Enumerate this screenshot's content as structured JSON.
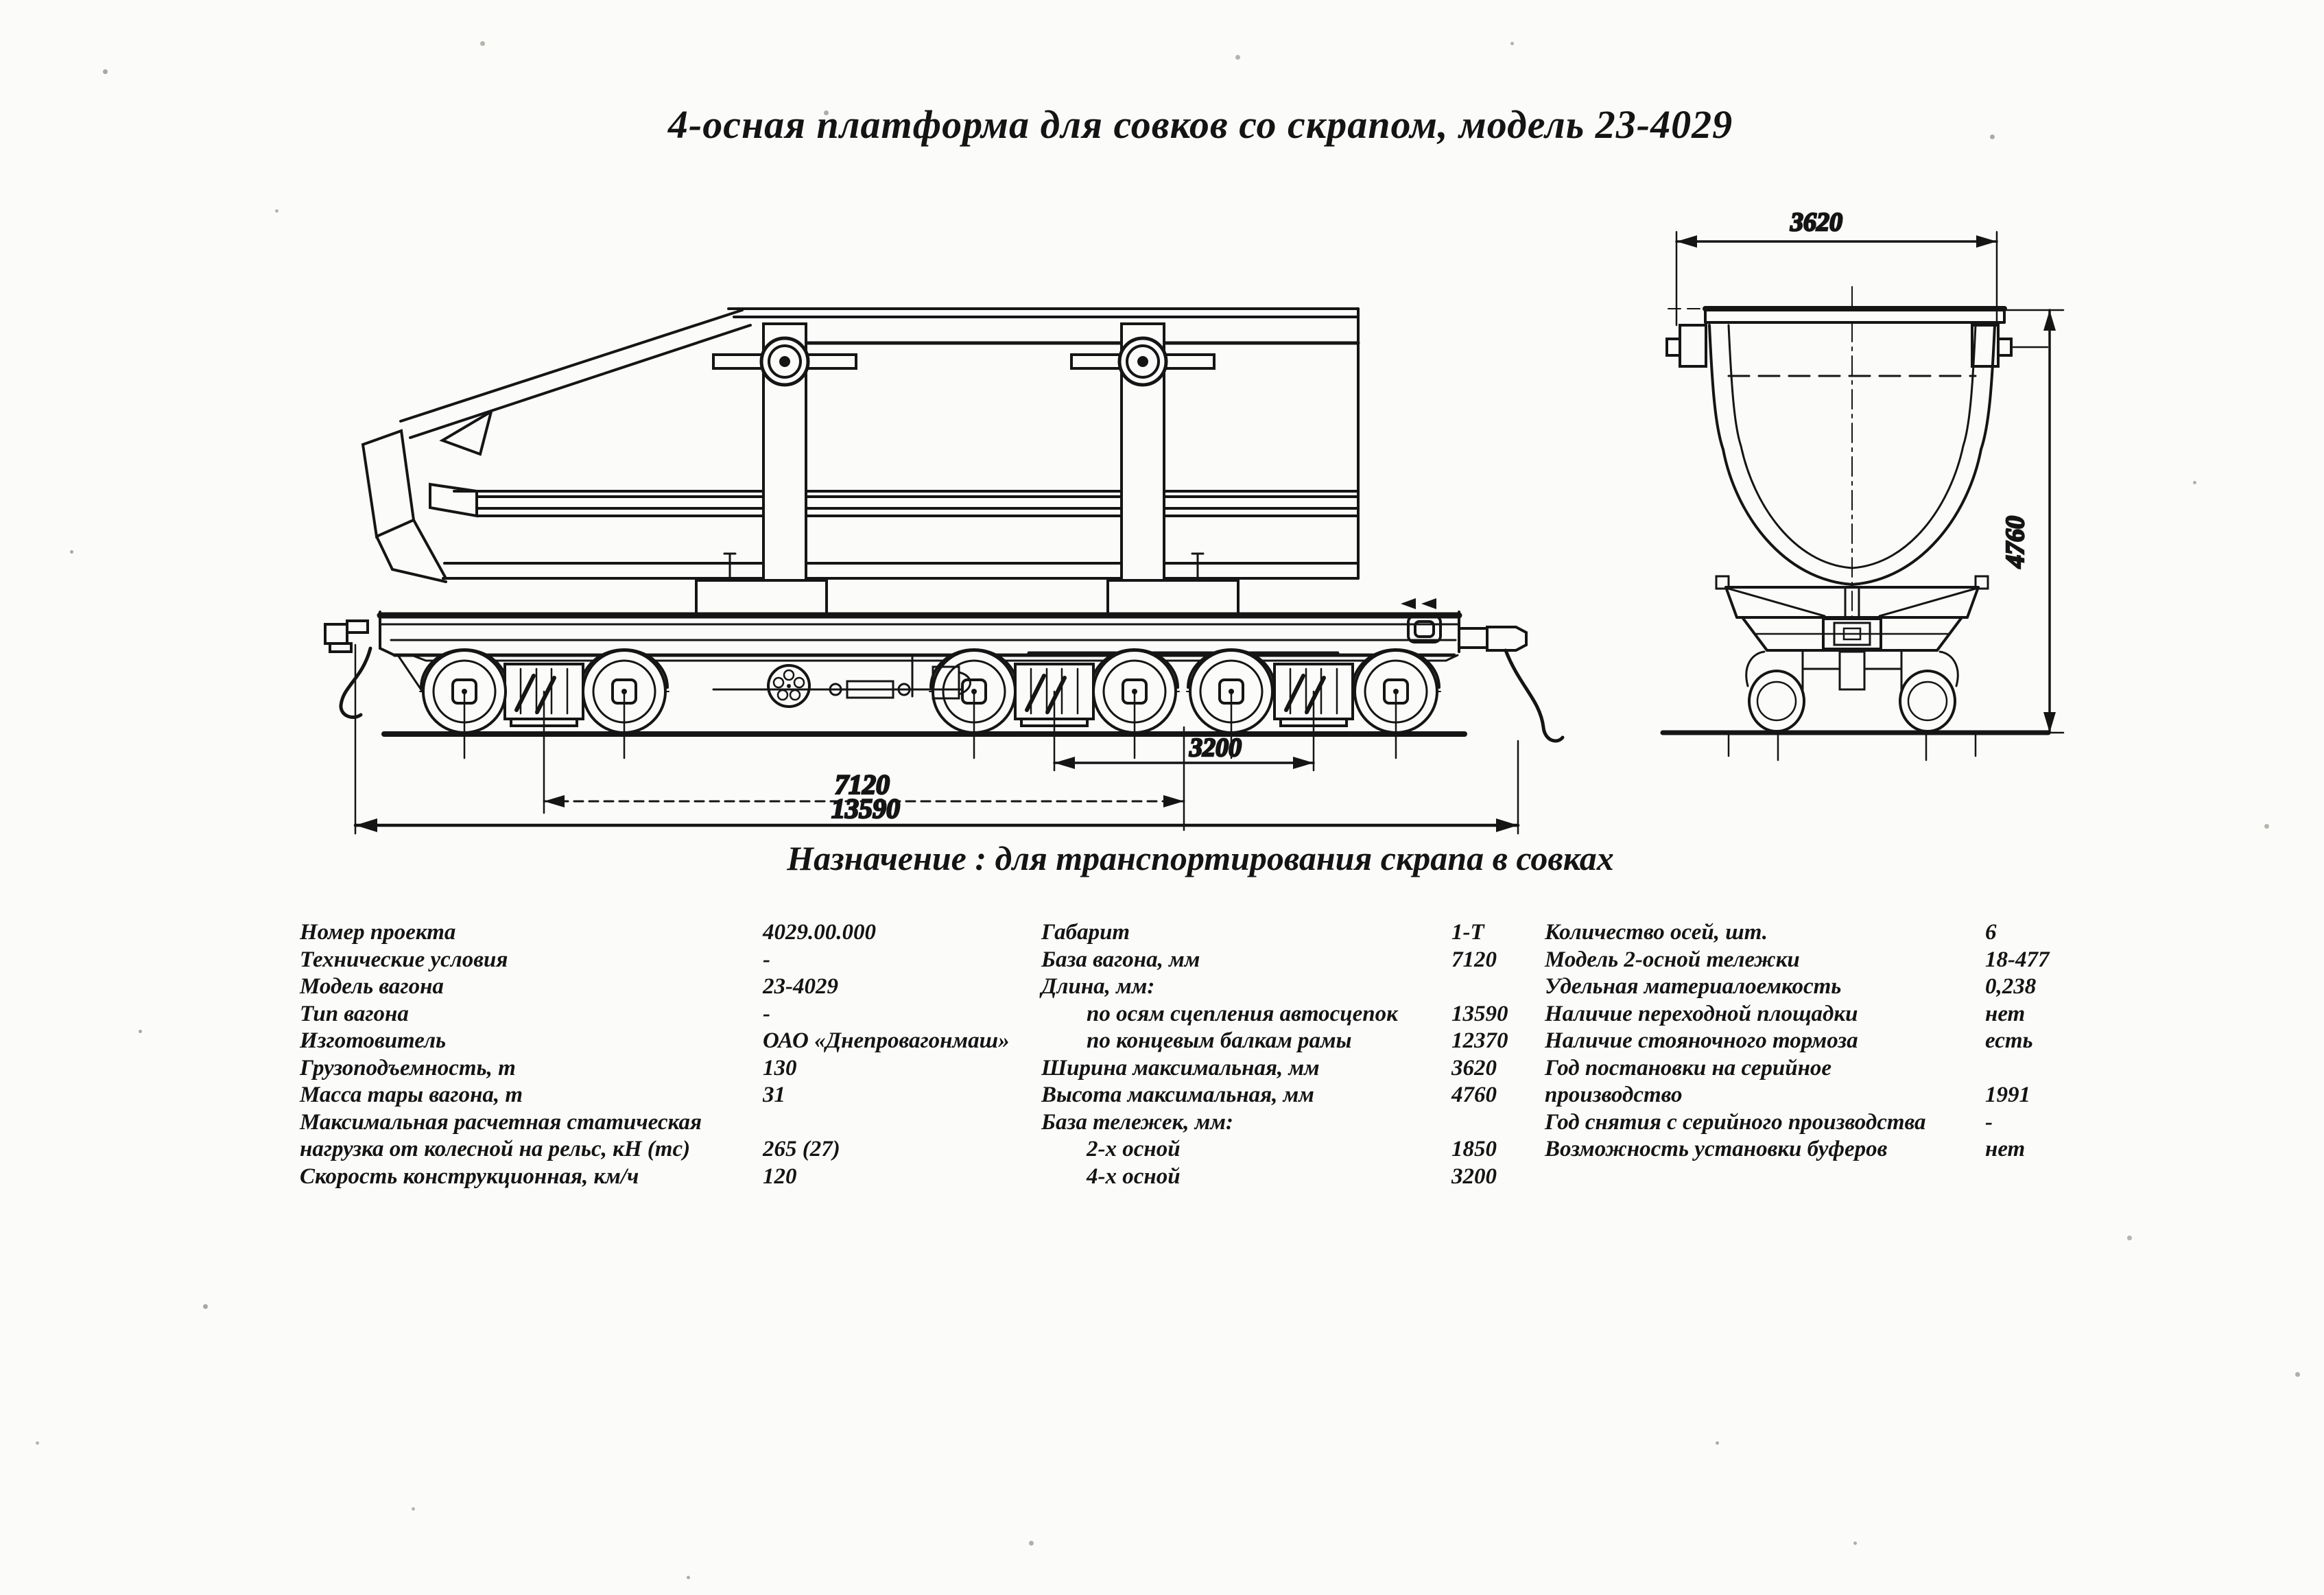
{
  "colors": {
    "paper": "#fbfbfa",
    "ink": "#141414"
  },
  "title": "4-осная платформа для совков со скрапом, модель 23-4029",
  "purpose": "Назначение : для транспортирования скрапа в совках",
  "drawing": {
    "side_view": {
      "dims": {
        "bogie_base_4axle": "3200",
        "wagon_base": "7120",
        "length_over_couplers": "13590"
      }
    },
    "end_view": {
      "dims": {
        "max_width": "3620",
        "max_height": "4760"
      }
    }
  },
  "specs": {
    "col1": [
      {
        "label": "Номер проекта",
        "value": "4029.00.000",
        "indent": false
      },
      {
        "label": "Технические условия",
        "value": "-",
        "indent": false
      },
      {
        "label": "Модель вагона",
        "value": "23-4029",
        "indent": false
      },
      {
        "label": "Тип вагона",
        "value": "-",
        "indent": false
      },
      {
        "label": "Изготовитель",
        "value": "ОАО «Днепровагонмаш»",
        "indent": false
      },
      {
        "label": "Грузоподъемность, т",
        "value": "130",
        "indent": false
      },
      {
        "label": "Масса тары вагона, т",
        "value": "31",
        "indent": false
      },
      {
        "label": "Максимальная расчетная статическая",
        "value": "",
        "indent": false
      },
      {
        "label": "нагрузка от колесной на рельс, кН (тс)",
        "value": "265 (27)",
        "indent": false
      },
      {
        "label": "Скорость конструкционная, км/ч",
        "value": "120",
        "indent": false
      }
    ],
    "col2": [
      {
        "label": "Габарит",
        "value": "1-Т",
        "indent": false
      },
      {
        "label": "База вагона, мм",
        "value": "7120",
        "indent": false
      },
      {
        "label": "Длина, мм:",
        "value": "",
        "indent": false
      },
      {
        "label": "по осям сцепления автосцепок",
        "value": "13590",
        "indent": true
      },
      {
        "label": "по концевым балкам рамы",
        "value": "12370",
        "indent": true
      },
      {
        "label": "Ширина максимальная, мм",
        "value": "3620",
        "indent": false
      },
      {
        "label": "Высота максимальная, мм",
        "value": "4760",
        "indent": false
      },
      {
        "label": "База тележек, мм:",
        "value": "",
        "indent": false
      },
      {
        "label": "2-х осной",
        "value": "1850",
        "indent": true
      },
      {
        "label": "4-х осной",
        "value": "3200",
        "indent": true
      }
    ],
    "col3": [
      {
        "label": "Количество осей, шт.",
        "value": "6",
        "indent": false
      },
      {
        "label": "Модель 2-осной тележки",
        "value": "18-477",
        "indent": false
      },
      {
        "label": "Удельная материалоемкость",
        "value": "0,238",
        "indent": false
      },
      {
        "label": "Наличие переходной площадки",
        "value": "нет",
        "indent": false
      },
      {
        "label": "Наличие стояночного тормоза",
        "value": "есть",
        "indent": false
      },
      {
        "label": "Год постановки на серийное",
        "value": "",
        "indent": false
      },
      {
        "label": "производство",
        "value": "1991",
        "indent": false
      },
      {
        "label": "Год снятия с серийного производства",
        "value": "-",
        "indent": false
      },
      {
        "label": "Возможность установки буферов",
        "value": "нет",
        "indent": false
      },
      {
        "label": "",
        "value": "",
        "indent": false
      }
    ]
  }
}
